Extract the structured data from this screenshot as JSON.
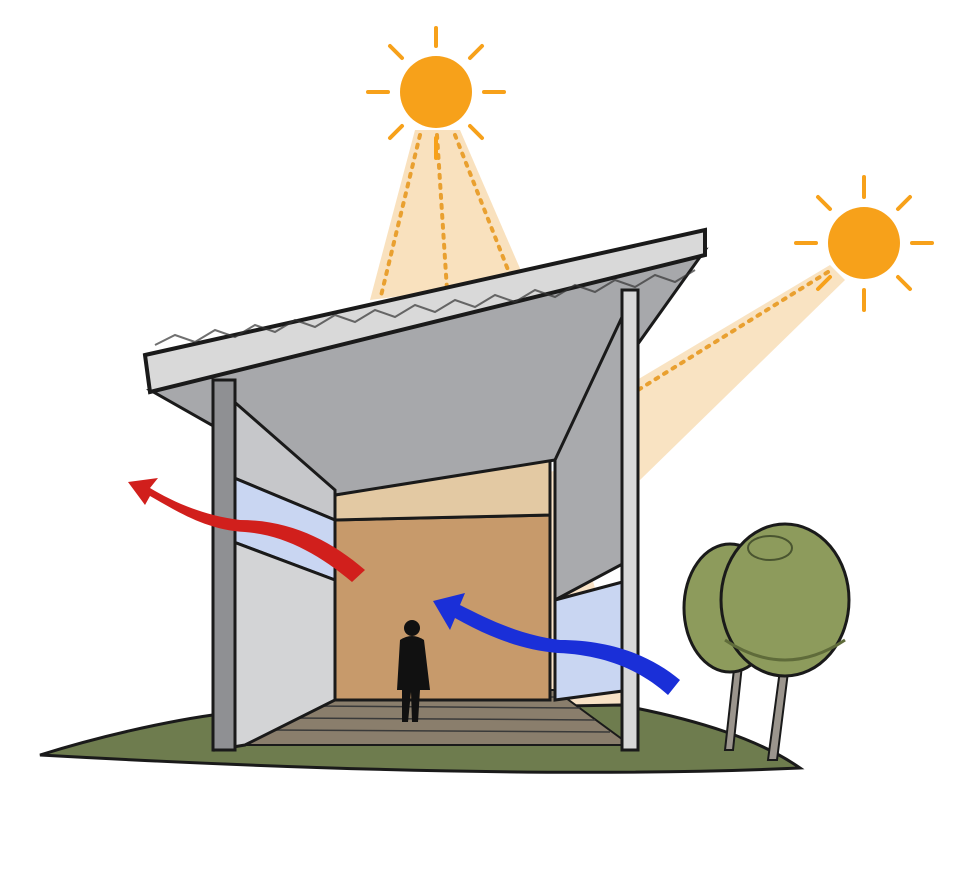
{
  "diagram": {
    "subject": "passive-solar-building-section",
    "elements": [
      "sun-high",
      "sun-low",
      "sunlight-beams",
      "roof-slab",
      "ceiling",
      "side-walls",
      "clerestory-windows",
      "back-wall",
      "floor",
      "person",
      "warm-air-outflow-arrow",
      "cool-air-inflow-arrow",
      "trees",
      "ground"
    ]
  },
  "colors": {
    "sun": "#f7a11a",
    "beam": "#f8d9ad",
    "beam_dots": "#e9a030",
    "roof": "#d9d9d9",
    "ceiling": "#a7a8ab",
    "wall": "#c6c7ca",
    "back_wall": "#c79a6b",
    "glass": "#c9d6f2",
    "ground": "#6e7c4e",
    "tree": "#8d9b5c",
    "warm_air": "#d11f1c",
    "cool_air": "#1a2fd8",
    "ink": "#1a1a1a"
  }
}
